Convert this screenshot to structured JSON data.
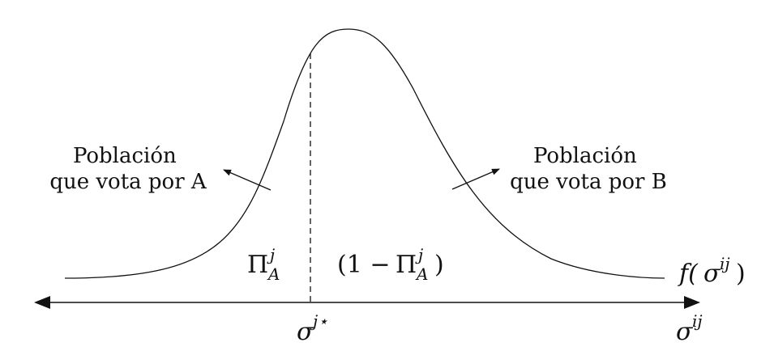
{
  "figure": {
    "labels": {
      "population_a_line1": "Población",
      "population_a_line2": "que vota por A",
      "population_b_line1": "Población",
      "population_b_line2": "que vota por B",
      "pi_symbol": "Π",
      "pi_superscript": "j",
      "pi_subscript": "A",
      "complement_open": "(1 − ",
      "complement_close": ")",
      "density_prefix": "f(",
      "density_sigma": "σ",
      "density_superscript": "ij",
      "density_suffix": ")",
      "threshold_sigma": "σ",
      "threshold_superscript": "j⋆",
      "axis_sigma": "σ",
      "axis_superscript": "ij"
    },
    "colors": {
      "ink": "#111111",
      "background": "#ffffff"
    }
  }
}
